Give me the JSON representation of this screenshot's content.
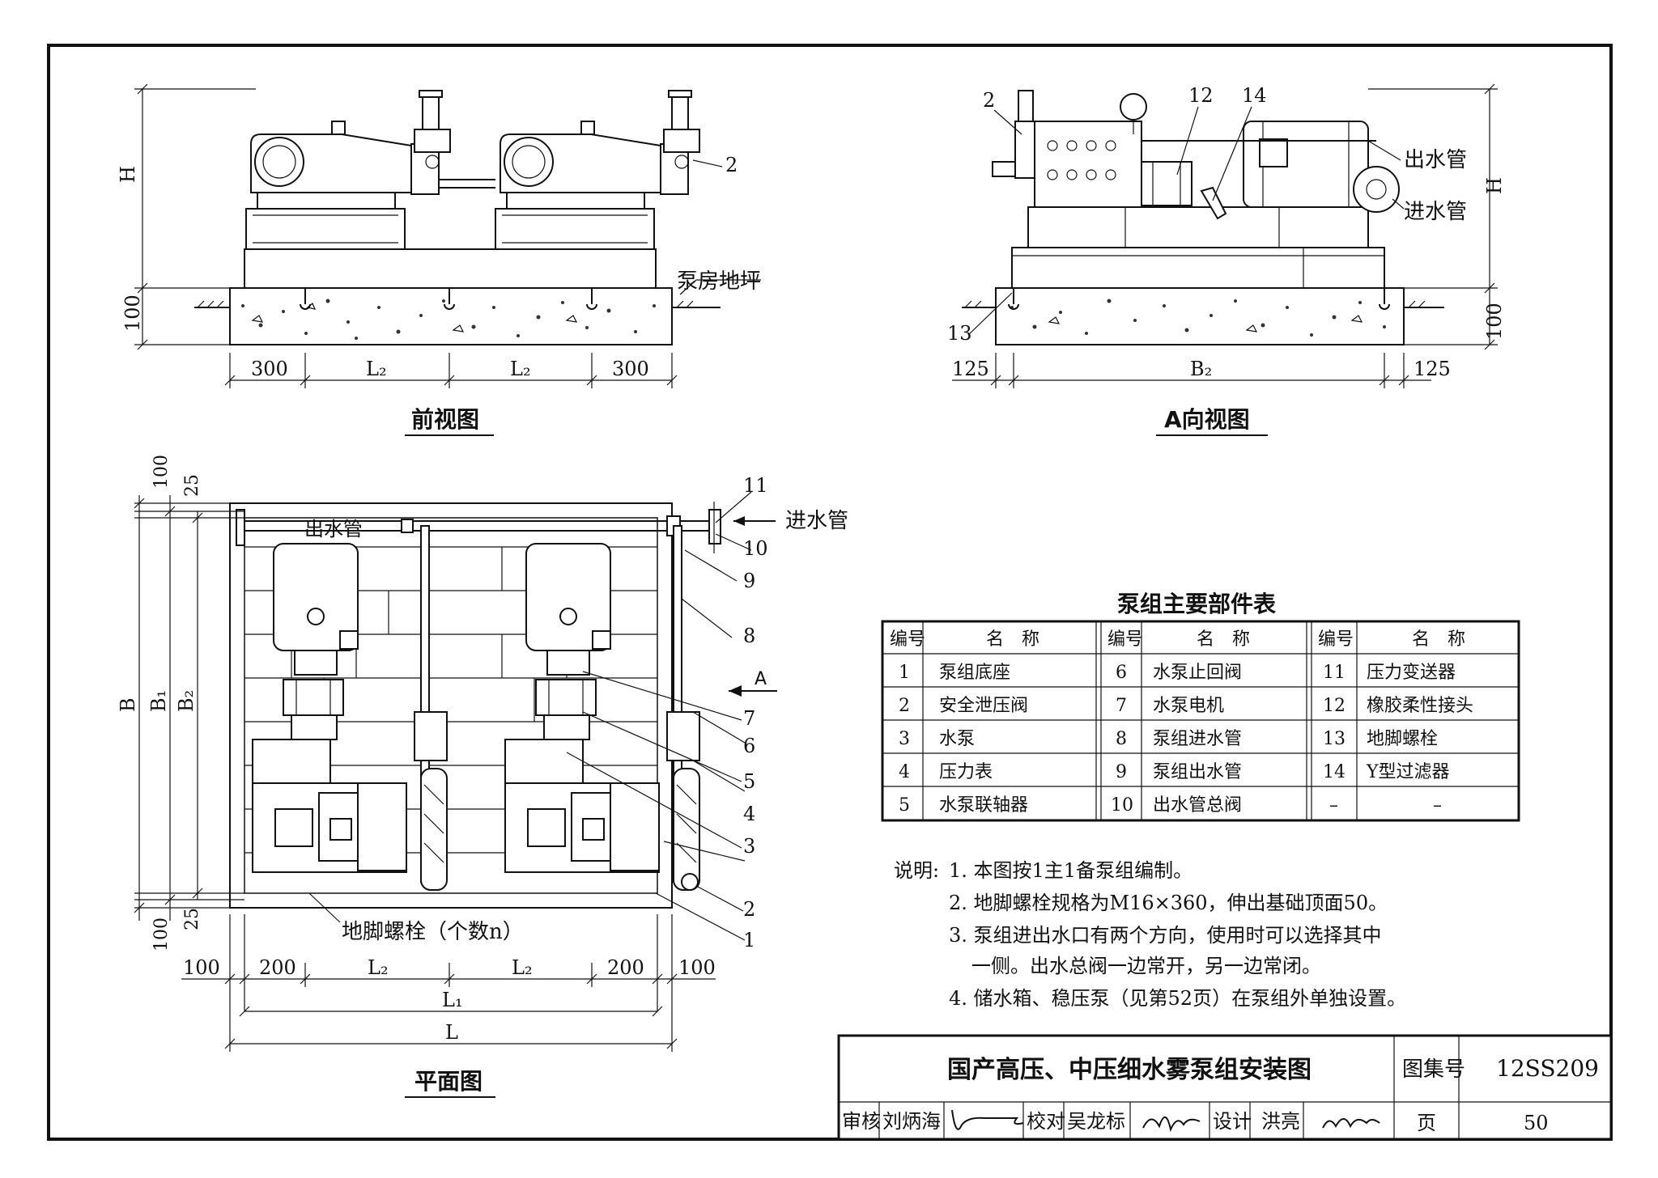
{
  "views": {
    "front": {
      "title": "前视图",
      "height_label": "H",
      "base_label": "100",
      "floor_label": "泵房地坪",
      "callout_2": "2",
      "dims": [
        "300",
        "L₂",
        "L₂",
        "300"
      ]
    },
    "a_view": {
      "title": "A向视图",
      "height_label": "H",
      "base_label": "100",
      "callouts": {
        "c2": "2",
        "c12": "12",
        "c14": "14",
        "c13": "13"
      },
      "outlet_label": "出水管",
      "inlet_label": "进水管",
      "dims": [
        "125",
        "B₂",
        "125"
      ]
    },
    "plan": {
      "title": "平面图",
      "outlet_label": "出水管",
      "inlet_label": "进水管",
      "anchor_label": "地脚螺栓（个数n）",
      "arrow_label": "A",
      "left_dims": {
        "top100": "100",
        "top25": "25",
        "B": "B",
        "B1": "B₁",
        "B2": "B₂",
        "bot25": "25",
        "bot100": "100"
      },
      "bottom_dims": [
        "100",
        "200",
        "L₂",
        "L₂",
        "200",
        "100"
      ],
      "L1": "L₁",
      "L": "L",
      "callouts": [
        "11",
        "10",
        "9",
        "8",
        "7",
        "6",
        "5",
        "4",
        "3",
        "2",
        "1"
      ]
    }
  },
  "parts_table": {
    "title": "泵组主要部件表",
    "headers": [
      "编号",
      "名　称",
      "编号",
      "名　称",
      "编号",
      "名　称"
    ],
    "rows": [
      [
        "1",
        "泵组底座",
        "6",
        "水泵止回阀",
        "11",
        "压力变送器"
      ],
      [
        "2",
        "安全泄压阀",
        "7",
        "水泵电机",
        "12",
        "橡胶柔性接头"
      ],
      [
        "3",
        "水泵",
        "8",
        "泵组进水管",
        "13",
        "地脚螺栓"
      ],
      [
        "4",
        "压力表",
        "9",
        "泵组出水管",
        "14",
        "Y型过滤器"
      ],
      [
        "5",
        "水泵联轴器",
        "10",
        "出水管总阀",
        "–",
        "–"
      ]
    ]
  },
  "notes": {
    "label": "说明:",
    "items": [
      "1. 本图按1主1备泵组编制。",
      "2. 地脚螺栓规格为M16×360，伸出基础顶面50。",
      "3. 泵组进出水口有两个方向，使用时可以选择其中",
      "一侧。出水总阀一边常开，另一边常闭。",
      "4. 储水箱、稳压泵（见第52页）在泵组外单独设置。"
    ]
  },
  "title_block": {
    "drawing_title": "国产高压、中压细水雾泵组安装图",
    "atlas_label": "图集号",
    "atlas_no": "12SS209",
    "review_label": "审核",
    "reviewer": "刘炳海",
    "check_label": "校对",
    "checker": "吴龙标",
    "design_label": "设计",
    "designer": "洪亮",
    "page_label": "页",
    "page_no": "50"
  }
}
